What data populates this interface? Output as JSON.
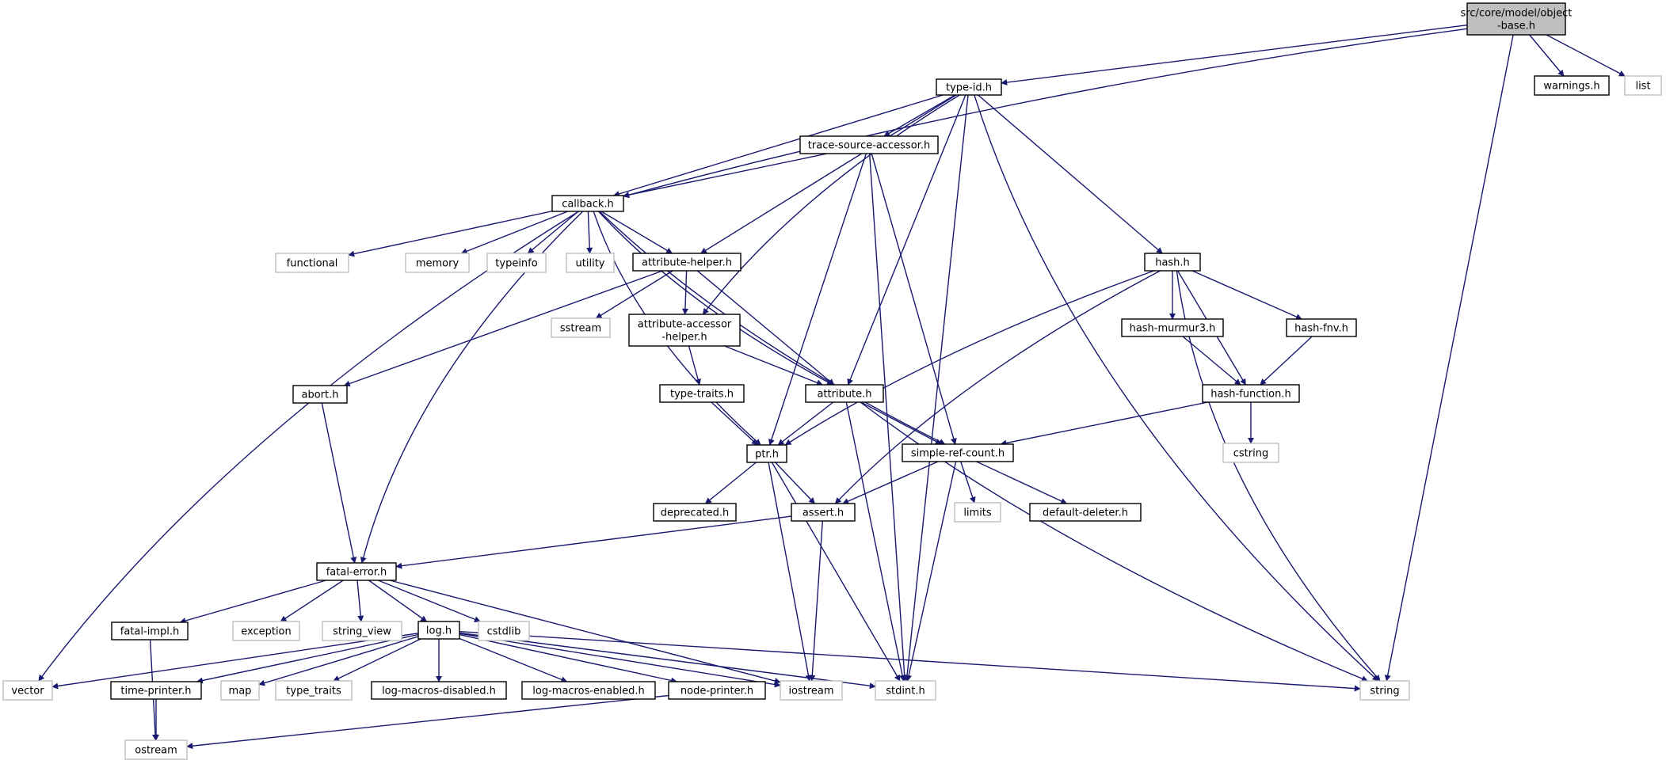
{
  "colors": {
    "edge": "#191970",
    "local_border": "#000000",
    "system_border": "#bfbfbf",
    "root_fill": "#bfbfbf",
    "fill": "#ffffff"
  },
  "nodes": {
    "object_base": {
      "lines": [
        "src/core/model/object",
        "-base.h"
      ],
      "kind": "root"
    },
    "type_id": {
      "lines": [
        "type-id.h"
      ],
      "kind": "local"
    },
    "warnings": {
      "lines": [
        "warnings.h"
      ],
      "kind": "local"
    },
    "list": {
      "lines": [
        "list"
      ],
      "kind": "system"
    },
    "trace_source_accessor": {
      "lines": [
        "trace-source-accessor.h"
      ],
      "kind": "local"
    },
    "callback": {
      "lines": [
        "callback.h"
      ],
      "kind": "local"
    },
    "functional": {
      "lines": [
        "functional"
      ],
      "kind": "system"
    },
    "memory": {
      "lines": [
        "memory"
      ],
      "kind": "system"
    },
    "typeinfo": {
      "lines": [
        "typeinfo"
      ],
      "kind": "system"
    },
    "utility": {
      "lines": [
        "utility"
      ],
      "kind": "system"
    },
    "attribute_helper": {
      "lines": [
        "attribute-helper.h"
      ],
      "kind": "local"
    },
    "hash": {
      "lines": [
        "hash.h"
      ],
      "kind": "local"
    },
    "sstream": {
      "lines": [
        "sstream"
      ],
      "kind": "system"
    },
    "attribute_accessor_helper": {
      "lines": [
        "attribute-accessor",
        "-helper.h"
      ],
      "kind": "local"
    },
    "hash_murmur3": {
      "lines": [
        "hash-murmur3.h"
      ],
      "kind": "local"
    },
    "hash_fnv": {
      "lines": [
        "hash-fnv.h"
      ],
      "kind": "local"
    },
    "abort": {
      "lines": [
        "abort.h"
      ],
      "kind": "local"
    },
    "type_traits_h": {
      "lines": [
        "type-traits.h"
      ],
      "kind": "local"
    },
    "attribute": {
      "lines": [
        "attribute.h"
      ],
      "kind": "local"
    },
    "hash_function": {
      "lines": [
        "hash-function.h"
      ],
      "kind": "local"
    },
    "ptr": {
      "lines": [
        "ptr.h"
      ],
      "kind": "local"
    },
    "simple_ref_count": {
      "lines": [
        "simple-ref-count.h"
      ],
      "kind": "local"
    },
    "cstring": {
      "lines": [
        "cstring"
      ],
      "kind": "system"
    },
    "deprecated": {
      "lines": [
        "deprecated.h"
      ],
      "kind": "local"
    },
    "assert": {
      "lines": [
        "assert.h"
      ],
      "kind": "local"
    },
    "limits": {
      "lines": [
        "limits"
      ],
      "kind": "system"
    },
    "default_deleter": {
      "lines": [
        "default-deleter.h"
      ],
      "kind": "local"
    },
    "fatal_error": {
      "lines": [
        "fatal-error.h"
      ],
      "kind": "local"
    },
    "fatal_impl": {
      "lines": [
        "fatal-impl.h"
      ],
      "kind": "local"
    },
    "exception": {
      "lines": [
        "exception"
      ],
      "kind": "system"
    },
    "string_view": {
      "lines": [
        "string_view"
      ],
      "kind": "system"
    },
    "log": {
      "lines": [
        "log.h"
      ],
      "kind": "local"
    },
    "cstdlib": {
      "lines": [
        "cstdlib"
      ],
      "kind": "system"
    },
    "vector": {
      "lines": [
        "vector"
      ],
      "kind": "system"
    },
    "time_printer": {
      "lines": [
        "time-printer.h"
      ],
      "kind": "local"
    },
    "map": {
      "lines": [
        "map"
      ],
      "kind": "system"
    },
    "type_traits": {
      "lines": [
        "type_traits"
      ],
      "kind": "system"
    },
    "log_macros_disabled": {
      "lines": [
        "log-macros-disabled.h"
      ],
      "kind": "local"
    },
    "log_macros_enabled": {
      "lines": [
        "log-macros-enabled.h"
      ],
      "kind": "local"
    },
    "node_printer": {
      "lines": [
        "node-printer.h"
      ],
      "kind": "local"
    },
    "iostream": {
      "lines": [
        "iostream"
      ],
      "kind": "system"
    },
    "stdint": {
      "lines": [
        "stdint.h"
      ],
      "kind": "system"
    },
    "string": {
      "lines": [
        "string"
      ],
      "kind": "system"
    },
    "ostream": {
      "lines": [
        "ostream"
      ],
      "kind": "system"
    }
  },
  "edges": [
    [
      "object_base",
      "type_id"
    ],
    [
      "object_base",
      "callback"
    ],
    [
      "object_base",
      "warnings"
    ],
    [
      "object_base",
      "list"
    ],
    [
      "object_base",
      "string"
    ],
    [
      "type_id",
      "callback"
    ],
    [
      "type_id",
      "trace_source_accessor"
    ],
    [
      "type_id",
      "attribute_helper"
    ],
    [
      "type_id",
      "attribute_accessor_helper"
    ],
    [
      "type_id",
      "attribute"
    ],
    [
      "type_id",
      "hash"
    ],
    [
      "type_id",
      "stdint"
    ],
    [
      "type_id",
      "string"
    ],
    [
      "trace_source_accessor",
      "callback"
    ],
    [
      "trace_source_accessor",
      "ptr"
    ],
    [
      "trace_source_accessor",
      "simple_ref_count"
    ],
    [
      "trace_source_accessor",
      "stdint"
    ],
    [
      "callback",
      "functional"
    ],
    [
      "callback",
      "memory"
    ],
    [
      "callback",
      "typeinfo"
    ],
    [
      "callback",
      "utility"
    ],
    [
      "callback",
      "attribute_helper"
    ],
    [
      "callback",
      "attribute"
    ],
    [
      "callback",
      "ptr"
    ],
    [
      "callback",
      "simple_ref_count"
    ],
    [
      "callback",
      "fatal_error"
    ],
    [
      "callback",
      "vector"
    ],
    [
      "attribute_helper",
      "sstream"
    ],
    [
      "attribute_helper",
      "attribute_accessor_helper"
    ],
    [
      "attribute_helper",
      "abort"
    ],
    [
      "attribute_helper",
      "attribute"
    ],
    [
      "attribute_accessor_helper",
      "type_traits_h"
    ],
    [
      "attribute_accessor_helper",
      "attribute"
    ],
    [
      "hash",
      "hash_murmur3"
    ],
    [
      "hash",
      "hash_fnv"
    ],
    [
      "hash",
      "hash_function"
    ],
    [
      "hash",
      "ptr"
    ],
    [
      "hash",
      "assert"
    ],
    [
      "hash",
      "string"
    ],
    [
      "hash_murmur3",
      "hash_function"
    ],
    [
      "hash_fnv",
      "hash_function"
    ],
    [
      "hash_function",
      "simple_ref_count"
    ],
    [
      "hash_function",
      "cstring"
    ],
    [
      "abort",
      "fatal_error"
    ],
    [
      "type_traits_h",
      "ptr"
    ],
    [
      "attribute",
      "ptr"
    ],
    [
      "attribute",
      "simple_ref_count"
    ],
    [
      "attribute",
      "stdint"
    ],
    [
      "attribute",
      "string"
    ],
    [
      "ptr",
      "deprecated"
    ],
    [
      "ptr",
      "assert"
    ],
    [
      "ptr",
      "iostream"
    ],
    [
      "ptr",
      "stdint"
    ],
    [
      "simple_ref_count",
      "assert"
    ],
    [
      "simple_ref_count",
      "limits"
    ],
    [
      "simple_ref_count",
      "default_deleter"
    ],
    [
      "simple_ref_count",
      "stdint"
    ],
    [
      "assert",
      "fatal_error"
    ],
    [
      "assert",
      "iostream"
    ],
    [
      "fatal_error",
      "fatal_impl"
    ],
    [
      "fatal_error",
      "exception"
    ],
    [
      "fatal_error",
      "string_view"
    ],
    [
      "fatal_error",
      "log"
    ],
    [
      "fatal_error",
      "cstdlib"
    ],
    [
      "fatal_error",
      "iostream"
    ],
    [
      "fatal_impl",
      "ostream"
    ],
    [
      "log",
      "vector"
    ],
    [
      "log",
      "time_printer"
    ],
    [
      "log",
      "map"
    ],
    [
      "log",
      "type_traits"
    ],
    [
      "log",
      "log_macros_disabled"
    ],
    [
      "log",
      "log_macros_enabled"
    ],
    [
      "log",
      "node_printer"
    ],
    [
      "log",
      "iostream"
    ],
    [
      "log",
      "stdint"
    ],
    [
      "log",
      "string"
    ],
    [
      "time_printer",
      "ostream"
    ],
    [
      "node_printer",
      "ostream"
    ]
  ]
}
